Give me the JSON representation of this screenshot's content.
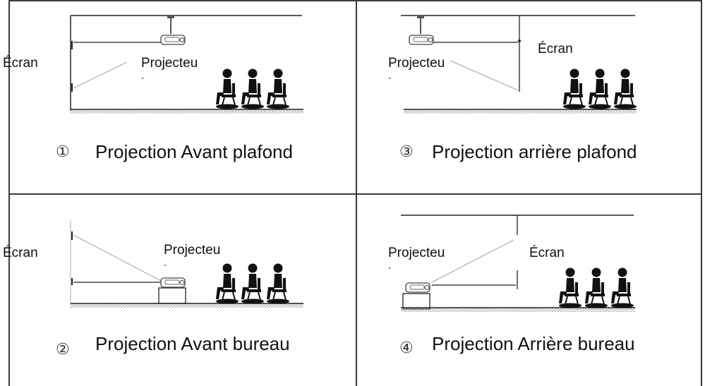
{
  "panels": [
    {
      "number": "①",
      "caption": "Projection Avant plafond",
      "screen_label": "Écran",
      "projector_label": "Projecteu",
      "projector_dash": "-"
    },
    {
      "number": "②",
      "caption": "Projection Avant bureau",
      "screen_label": "Écran",
      "projector_label": "Projecteu",
      "projector_dash": "-"
    },
    {
      "number": "③",
      "caption": "Projection arrière plafond",
      "screen_label": "Écran",
      "projector_label": "Projecteu",
      "projector_dash": "-"
    },
    {
      "number": "④",
      "caption": "Projection Arrière bureau",
      "screen_label": "Écran",
      "projector_label": "Projecteu",
      "projector_dash": "-"
    }
  ],
  "colors": {
    "line": "#222222",
    "beam": "#b5b5b5",
    "border": "#3a3a3a"
  }
}
